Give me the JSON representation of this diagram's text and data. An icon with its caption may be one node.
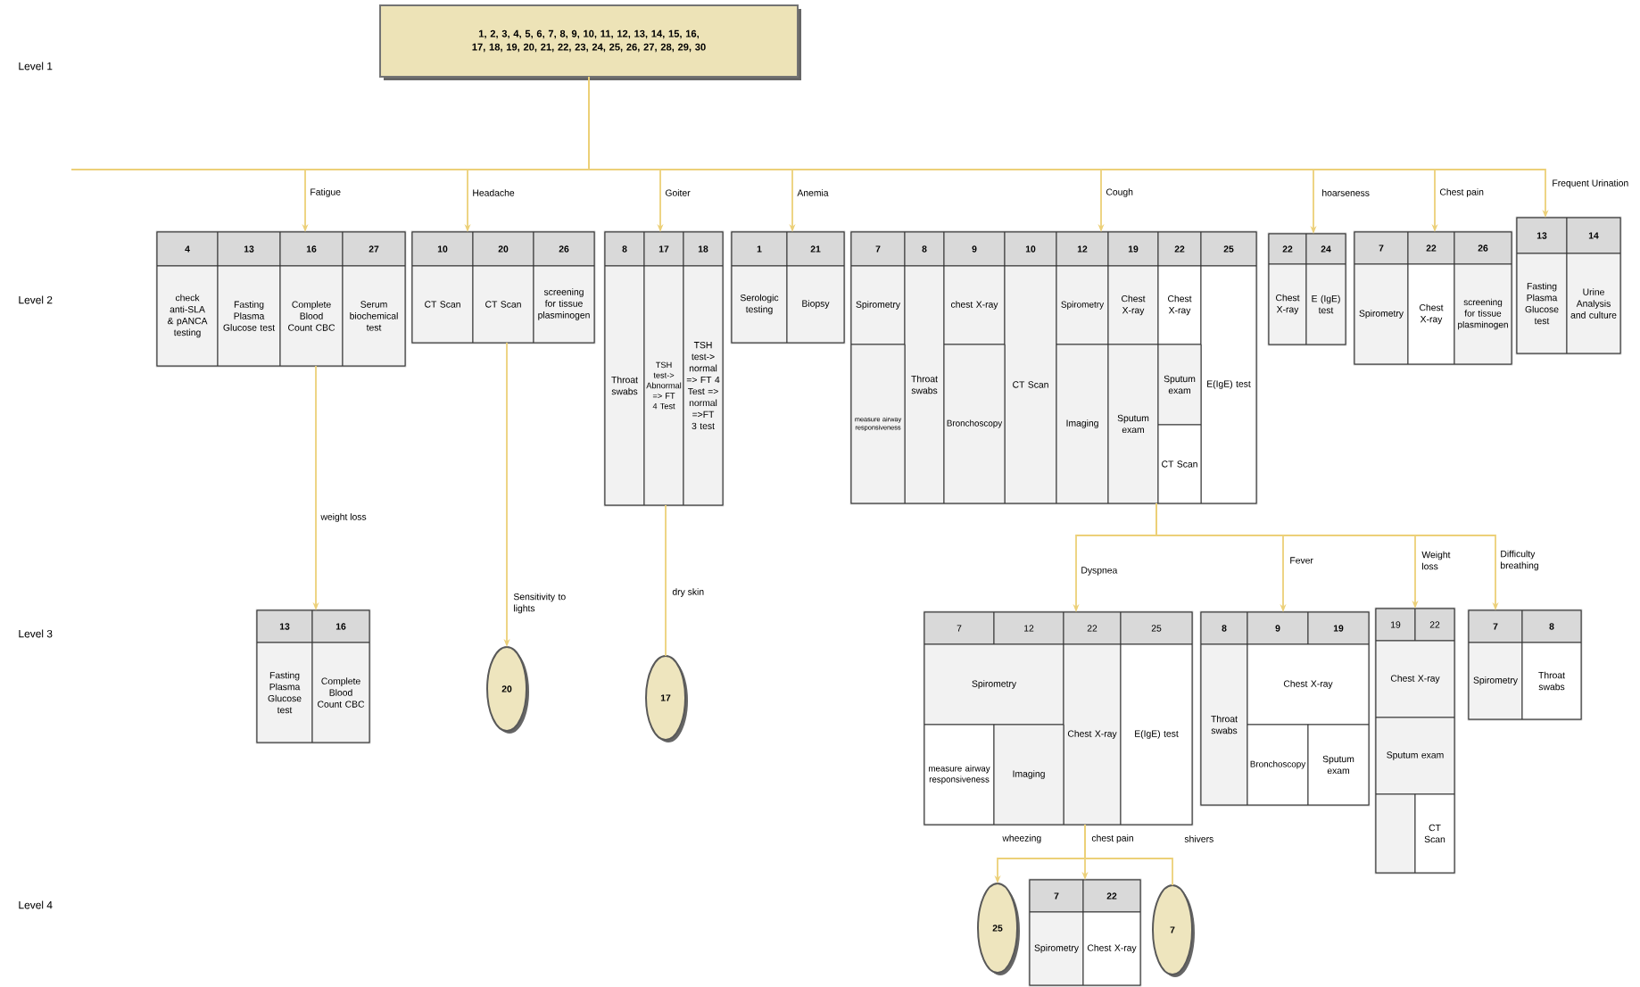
{
  "diagram": {
    "nodes": [
      {
        "text": [
          "1, 2, 3, 4, 5, 6, 7, 8, 9, 10, 11, 12, 13, 14, 15, 16, 17, 18, 19, 20, 21, 22, 23, 24, 25, 26, 27, 28, 29, 30"
        ]
      },
      {
        "text": [],
        "shape": "box"
      },
      {
        "text": [
          "4"
        ],
        "in": 1
      },
      {
        "text": [
          "13"
        ],
        "in": 1
      },
      {
        "text": [
          "16"
        ],
        "in": 1
      },
      {
        "text": [
          "27"
        ],
        "in": 1
      },
      {
        "text": [
          "check anti-SLA & pANCA testing"
        ],
        "in": 1
      },
      {
        "text": [
          "Fasting Plasma Glucose test"
        ],
        "in": 1
      },
      {
        "text": [
          "Complete Blood Count CBC"
        ],
        "in": 1
      },
      {
        "text": [
          "Serum biochemical test"
        ],
        "in": 1
      },
      {
        "text": [],
        "shape": "box"
      },
      {
        "text": [
          "10"
        ],
        "in": 10
      },
      {
        "text": [
          "20"
        ],
        "in": 10
      },
      {
        "text": [
          "26"
        ],
        "in": 10
      },
      {
        "text": [
          "CT Scan"
        ],
        "in": 10
      },
      {
        "text": [
          "CT Scan"
        ],
        "in": 10
      },
      {
        "text": [
          "screening for tissue plasminogen"
        ],
        "in": 10
      },
      {
        "text": [],
        "shape": "box"
      },
      {
        "text": [
          "8"
        ],
        "in": 17
      },
      {
        "text": [
          "17"
        ],
        "in": 17
      },
      {
        "text": [
          "18"
        ],
        "in": 17
      },
      {
        "text": [
          "Throat swabs"
        ],
        "in": 17
      },
      {
        "text": [
          "TSH test-> Abnormal => FT 4 Test"
        ],
        "in": 17
      },
      {
        "text": [
          "TSH test-> normal => FT 4 Test => normal =>FT 3 test"
        ],
        "in": 17
      },
      {
        "text": [],
        "shape": "box"
      },
      {
        "text": [
          "1"
        ],
        "in": 24
      },
      {
        "text": [
          "21"
        ],
        "in": 24
      },
      {
        "text": [
          "Serologic testing"
        ],
        "in": 24
      },
      {
        "text": [
          "Biopsy"
        ],
        "in": 24
      },
      {
        "text": [],
        "shape": "box"
      },
      {
        "text": [
          "7"
        ],
        "in": 29
      },
      {
        "text": [
          "8"
        ],
        "in": 29
      },
      {
        "text": [
          "9"
        ],
        "in": 29
      },
      {
        "text": [
          "10"
        ],
        "in": 29
      },
      {
        "text": [
          "12"
        ],
        "in": 29
      },
      {
        "text": [
          "19"
        ],
        "in": 29
      },
      {
        "text": [
          "22"
        ],
        "in": 29
      },
      {
        "text": [
          "25"
        ],
        "in": 29
      },
      {
        "text": [
          "Spirometry"
        ],
        "in": 29
      },
      {
        "text": [
          "Throat swabs"
        ],
        "in": 29
      },
      {
        "text": [
          "chest X-ray"
        ],
        "in": 29
      },
      {
        "text": [
          "CT Scan"
        ],
        "in": 29
      },
      {
        "text": [
          "Spirometry"
        ],
        "in": 29
      },
      {
        "text": [
          "Chest X-ray"
        ],
        "in": 29
      },
      {
        "text": [
          "Chest X-ray"
        ],
        "in": 29
      },
      {
        "text": [
          "E(IgE) test"
        ],
        "in": 29
      },
      {
        "text": [
          "measure airway responsiveness"
        ],
        "in": 29
      },
      {
        "text": [
          "Bronchoscopy"
        ],
        "in": 29
      },
      {
        "text": [
          "Imaging"
        ],
        "in": 29
      },
      {
        "text": [
          "Sputum exam"
        ],
        "in": 29
      },
      {
        "text": [
          "Sputum exam"
        ],
        "in": 29
      },
      {
        "text": [
          "CT Scan"
        ],
        "in": 29
      },
      {
        "text": [],
        "shape": "box"
      },
      {
        "text": [
          "22"
        ],
        "in": 52
      },
      {
        "text": [
          "24"
        ],
        "in": 52
      },
      {
        "text": [
          "Chest X-ray"
        ],
        "in": 52
      },
      {
        "text": [
          "E (IgE) test"
        ],
        "in": 52
      },
      {
        "text": [],
        "shape": "box"
      },
      {
        "text": [
          "7"
        ],
        "in": 57
      },
      {
        "text": [
          "22"
        ],
        "in": 57
      },
      {
        "text": [
          "26"
        ],
        "in": 57
      },
      {
        "text": [
          "Spirometry"
        ],
        "in": 57
      },
      {
        "text": [
          "Chest X-ray"
        ],
        "in": 57
      },
      {
        "text": [
          "screening for tissue plasminogen"
        ],
        "in": 57
      },
      {
        "text": [],
        "shape": "box"
      },
      {
        "text": [
          "13"
        ],
        "in": 64
      },
      {
        "text": [
          "14"
        ],
        "in": 64
      },
      {
        "text": [
          "Fasting Plasma Glucose test"
        ],
        "in": 64
      },
      {
        "text": [
          "Urine Analysis and culture"
        ],
        "in": 64
      },
      {
        "text": [],
        "shape": "box"
      },
      {
        "text": [
          "13"
        ],
        "in": 69
      },
      {
        "text": [
          "16"
        ],
        "in": 69
      },
      {
        "text": [
          "Fasting Plasma Glucose test"
        ],
        "in": 69
      },
      {
        "text": [
          "Complete Blood Count CBC"
        ],
        "in": 69
      },
      {
        "text": [
          "20"
        ]
      },
      {
        "text": [
          "17"
        ]
      },
      {
        "text": [],
        "shape": "box"
      },
      {
        "text": [
          "7"
        ],
        "in": 76
      },
      {
        "text": [
          "12"
        ],
        "in": 76
      },
      {
        "text": [
          "22"
        ],
        "in": 76
      },
      {
        "text": [
          "25"
        ],
        "in": 76
      },
      {
        "text": [
          "Spirometry"
        ],
        "in": 76
      },
      {
        "text": [
          "Chest X-ray"
        ],
        "in": 76
      },
      {
        "text": [
          "E(IgE) test"
        ],
        "in": 76
      },
      {
        "text": [
          "measure airway responsiveness"
        ],
        "in": 76
      },
      {
        "text": [
          "Imaging"
        ],
        "in": 76
      },
      {
        "text": [],
        "shape": "box"
      },
      {
        "text": [
          "8"
        ],
        "in": 86
      },
      {
        "text": [
          "9"
        ],
        "in": 86
      },
      {
        "text": [
          "19"
        ],
        "in": 86
      },
      {
        "text": [
          "Throat swabs"
        ],
        "in": 86
      },
      {
        "text": [
          "Chest X-ray"
        ],
        "in": 86
      },
      {
        "text": [
          "Bronchoscopy"
        ],
        "in": 86
      },
      {
        "text": [
          "Sputum exam"
        ],
        "in": 86
      },
      {
        "text": [],
        "shape": "box"
      },
      {
        "text": [
          "19"
        ],
        "in": 94
      },
      {
        "text": [
          "22"
        ],
        "in": 94
      },
      {
        "text": [
          "Chest X-ray"
        ],
        "in": 94
      },
      {
        "text": [
          "Sputum exam"
        ],
        "in": 94
      },
      {
        "text": [],
        "shape": "box",
        "in": 94
      },
      {
        "text": [
          "CT Scan"
        ],
        "in": 94
      },
      {
        "text": [],
        "shape": "box"
      },
      {
        "text": [
          "7"
        ],
        "in": 101
      },
      {
        "text": [
          "8"
        ],
        "in": 101
      },
      {
        "text": [
          "Spirometry"
        ],
        "in": 101
      },
      {
        "text": [
          "Throat swabs"
        ],
        "in": 101
      },
      {
        "text": [
          "25"
        ]
      },
      {
        "text": [],
        "shape": "box"
      },
      {
        "text": [
          "7"
        ],
        "in": 107
      },
      {
        "text": [
          "22"
        ],
        "in": 107
      },
      {
        "text": [
          "Spirometry"
        ],
        "in": 107
      },
      {
        "text": [
          "Chest X-ray"
        ],
        "in": 107
      },
      {
        "text": [
          "7"
        ]
      }
    ],
    "edges": [
      {
        "from": 0,
        "to": 1,
        "arrow": "to",
        "label": "Fatigue"
      },
      {
        "from": 0,
        "to": 10,
        "arrow": "to",
        "label": "Headache"
      },
      {
        "from": 0,
        "to": 17,
        "arrow": "to",
        "label": "Goiter"
      },
      {
        "from": 0,
        "to": 24,
        "arrow": "to",
        "label": "Anemia"
      },
      {
        "from": 0,
        "to": 29,
        "arrow": "to",
        "label": "Cough"
      },
      {
        "from": 0,
        "to": 52,
        "arrow": "to",
        "label": "hoarseness"
      },
      {
        "from": 0,
        "to": 57,
        "arrow": "to",
        "label": "Chest pain"
      },
      {
        "from": 0,
        "to": 64,
        "arrow": "to",
        "label": "Frequent Urination"
      },
      {
        "from": 1,
        "to": 69,
        "arrow": "to",
        "label": "weight loss"
      },
      {
        "from": 10,
        "to": 74,
        "arrow": "to",
        "label": "Sensitivity to lights"
      },
      {
        "from": 17,
        "to": 75,
        "arrow": "none",
        "label": "dry skin"
      },
      {
        "from": 29,
        "to": 76,
        "arrow": "to",
        "label": "Dyspnea"
      },
      {
        "from": 29,
        "to": 86,
        "arrow": "to",
        "label": "Fever"
      },
      {
        "from": 29,
        "to": 94,
        "arrow": "to",
        "label": "Weight loss"
      },
      {
        "from": 29,
        "to": 101,
        "arrow": "to",
        "label": "Difficulty breathing"
      },
      {
        "from": 76,
        "to": 106,
        "arrow": "to",
        "label": "wheezing"
      },
      {
        "from": 76,
        "to": 107,
        "arrow": "to",
        "label": "chest pain"
      },
      {
        "from": 76,
        "to": 112,
        "arrow": "none",
        "label": "shivers"
      }
    ],
    "labels": [
      "Level 1",
      "Level 2",
      "Level 3",
      "Level 4"
    ]
  }
}
